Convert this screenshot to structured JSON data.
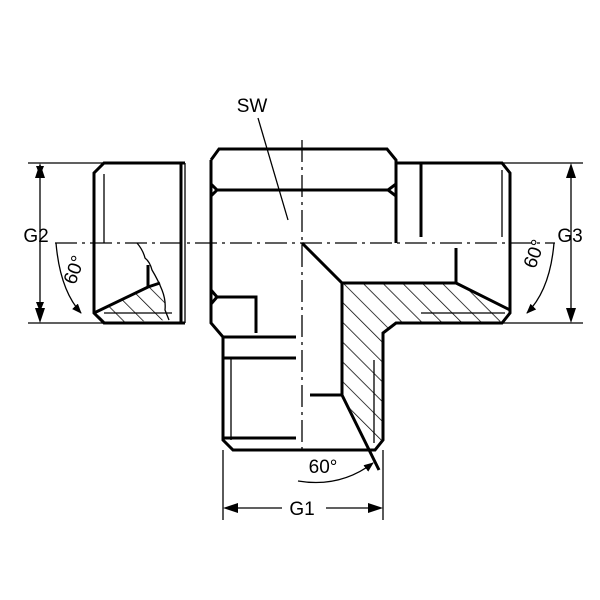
{
  "drawing": {
    "title": "Tee fitting technical drawing",
    "labels": {
      "wrench_size": "SW",
      "thread_1": "G1",
      "thread_2": "G2",
      "thread_3": "G3"
    },
    "angles": {
      "left": "60°",
      "right": "60°",
      "bottom": "60°"
    },
    "line_color": "#000000",
    "background": "#ffffff"
  }
}
